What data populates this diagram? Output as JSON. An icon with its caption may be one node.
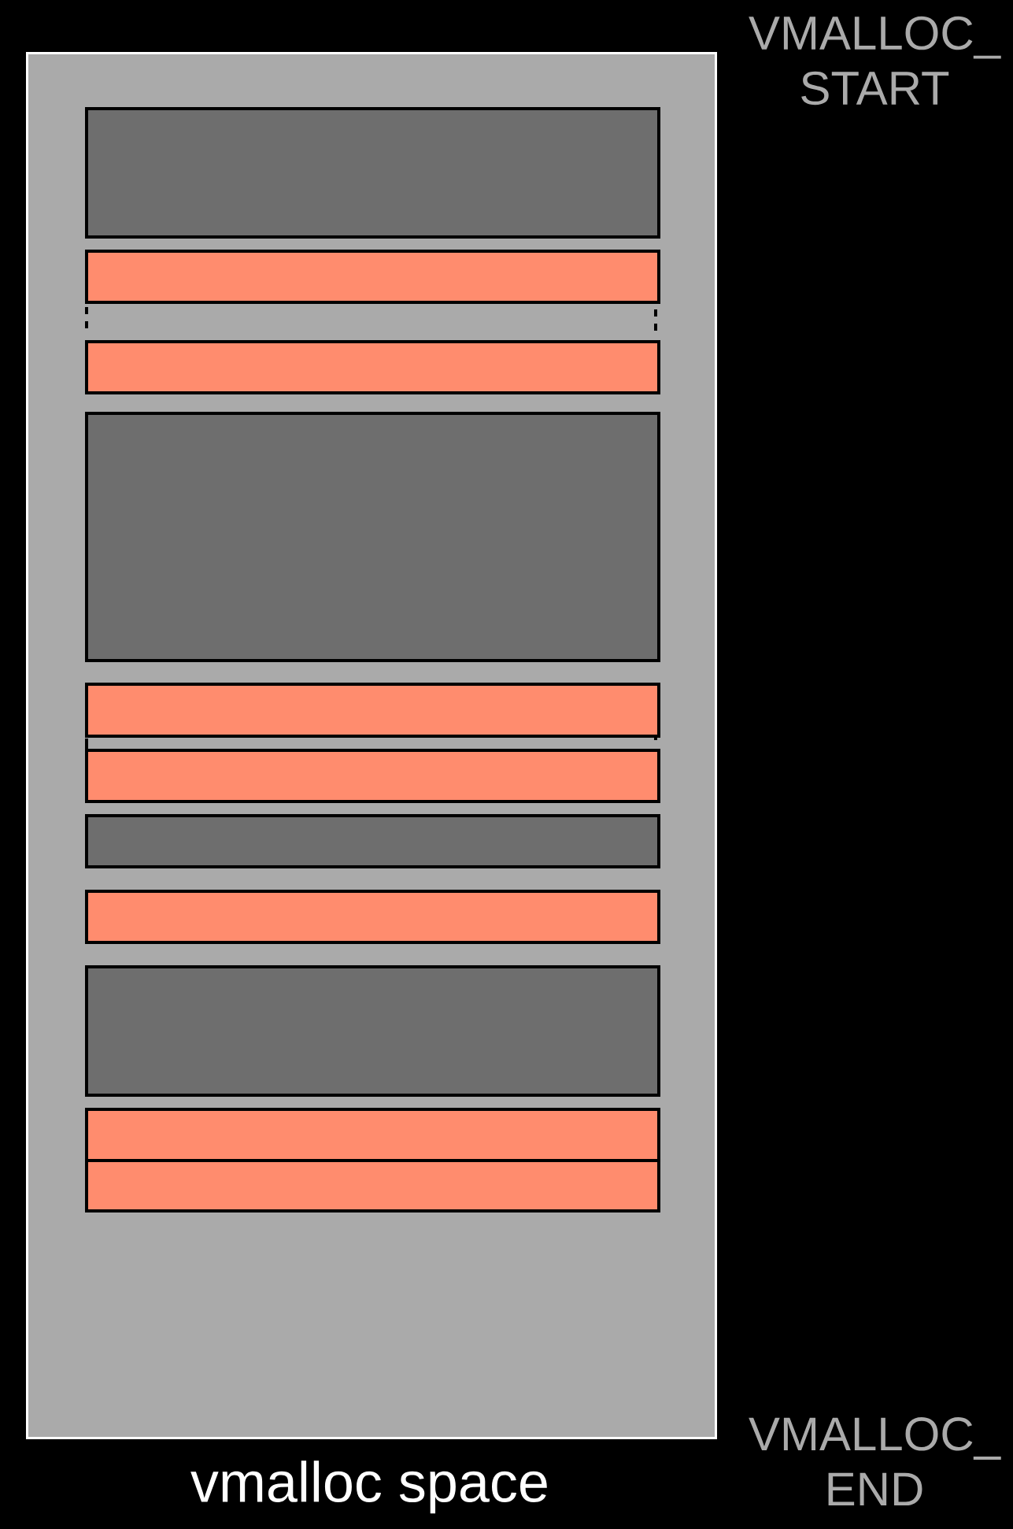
{
  "diagram": {
    "nodes": [
      {
        "text": [
          "vmalloc space"
        ]
      },
      {
        "text": [],
        "shape": "box",
        "in": 0
      },
      {
        "text": [],
        "shape": "box",
        "in": 0
      },
      {
        "text": [],
        "shape": "box",
        "in": 0
      },
      {
        "text": [],
        "shape": "box",
        "in": 0
      },
      {
        "text": [],
        "shape": "box",
        "in": 0
      },
      {
        "text": [],
        "shape": "box",
        "in": 0
      },
      {
        "text": [],
        "shape": "box",
        "in": 0
      },
      {
        "text": [],
        "shape": "box",
        "in": 0
      },
      {
        "text": [],
        "shape": "box",
        "in": 0
      },
      {
        "text": [],
        "shape": "box",
        "in": 0
      },
      {
        "text": [],
        "shape": "box",
        "in": 0
      }
    ],
    "labels": [
      "VMALLOC_ START",
      "VMALLOC_ END"
    ]
  }
}
